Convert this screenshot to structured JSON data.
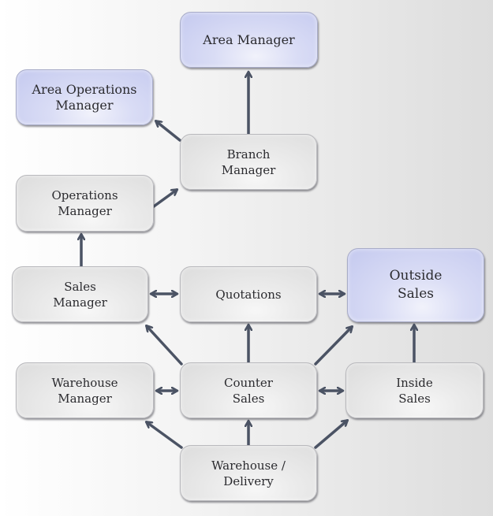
{
  "diagram": {
    "colors": {
      "arrow": "#4b5364",
      "node_gray": "#e4e4e4",
      "node_blue": "#cfd3f3",
      "text": "#2b2b2f"
    },
    "nodes": {
      "area_manager": {
        "label": "Area Manager",
        "style": "blue"
      },
      "area_operations_manager": {
        "label": "Area Operations\nManager",
        "style": "blue"
      },
      "branch_manager": {
        "label": "Branch\nManager",
        "style": "gray"
      },
      "operations_manager": {
        "label": "Operations\nManager",
        "style": "gray"
      },
      "sales_manager": {
        "label": "Sales\nManager",
        "style": "gray"
      },
      "quotations": {
        "label": "Quotations",
        "style": "gray"
      },
      "outside_sales": {
        "label": "Outside\nSales",
        "style": "blue"
      },
      "warehouse_manager": {
        "label": "Warehouse\nManager",
        "style": "gray"
      },
      "counter_sales": {
        "label": "Counter\nSales",
        "style": "gray"
      },
      "inside_sales": {
        "label": "Inside\nSales",
        "style": "gray"
      },
      "warehouse_delivery": {
        "label": "Warehouse /\nDelivery",
        "style": "gray"
      }
    },
    "edges": [
      {
        "from": "branch_manager",
        "to": "area_manager",
        "type": "directed"
      },
      {
        "from": "branch_manager",
        "to": "area_operations_manager",
        "type": "directed"
      },
      {
        "from": "operations_manager",
        "to": "branch_manager",
        "type": "directed"
      },
      {
        "from": "sales_manager",
        "to": "operations_manager",
        "type": "directed"
      },
      {
        "from": "sales_manager",
        "to": "quotations",
        "type": "bidirectional"
      },
      {
        "from": "quotations",
        "to": "outside_sales",
        "type": "bidirectional"
      },
      {
        "from": "counter_sales",
        "to": "sales_manager",
        "type": "directed"
      },
      {
        "from": "counter_sales",
        "to": "quotations",
        "type": "directed"
      },
      {
        "from": "counter_sales",
        "to": "outside_sales",
        "type": "directed"
      },
      {
        "from": "inside_sales",
        "to": "outside_sales",
        "type": "directed"
      },
      {
        "from": "warehouse_manager",
        "to": "counter_sales",
        "type": "bidirectional"
      },
      {
        "from": "counter_sales",
        "to": "inside_sales",
        "type": "bidirectional"
      },
      {
        "from": "warehouse_delivery",
        "to": "warehouse_manager",
        "type": "directed"
      },
      {
        "from": "warehouse_delivery",
        "to": "counter_sales",
        "type": "directed"
      },
      {
        "from": "warehouse_delivery",
        "to": "inside_sales",
        "type": "directed"
      }
    ]
  }
}
